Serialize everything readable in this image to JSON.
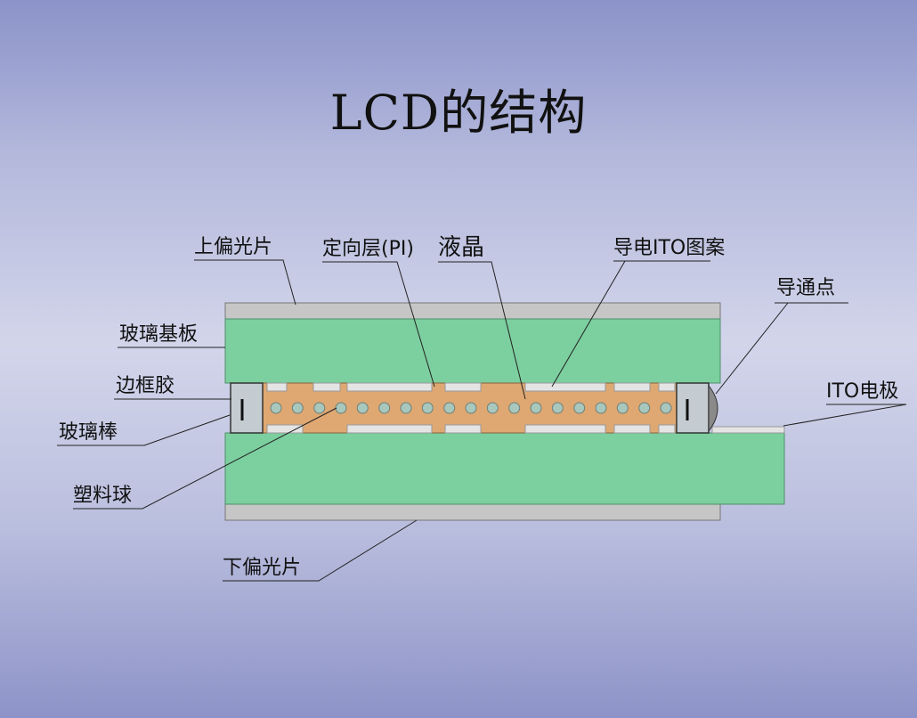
{
  "title": "LCD的结构",
  "labels": {
    "upper_polarizer": "上偏光片",
    "alignment_layer": "定向层(PI)",
    "liquid_crystal": "液晶",
    "ito_pattern": "导电ITO图案",
    "conductive_point": "导通点",
    "glass_substrate": "玻璃基板",
    "frame_sealant": "边框胶",
    "ito_electrode": "ITO电极",
    "glass_rod": "玻璃棒",
    "plastic_ball": "塑料球",
    "lower_polarizer": "下偏光片"
  },
  "colors": {
    "glass": "#7ccf9e",
    "polarizer": "#c6c6c6",
    "alignment": "#dfa872",
    "ito": "#e4e4e4",
    "sealant": "#c4ccd2",
    "spacer_ball": "#a8c7bd"
  }
}
